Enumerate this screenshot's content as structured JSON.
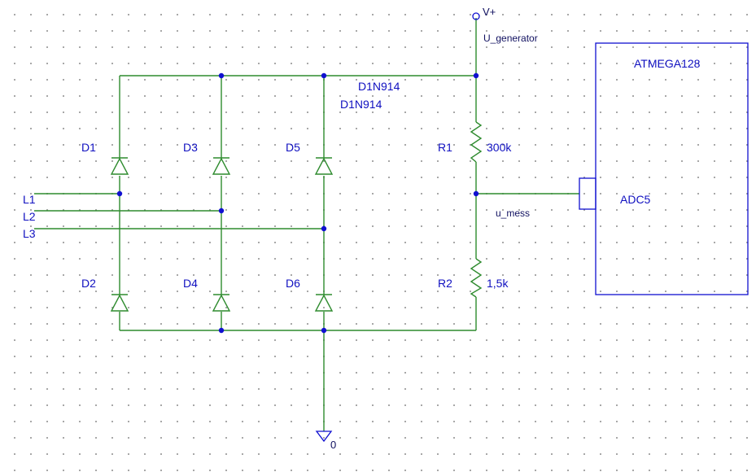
{
  "labels": {
    "vplus": "V+",
    "u_generator": "U_generator",
    "atmega": "ATMEGA128",
    "adc": "ADC5",
    "u_mess": "u_mess",
    "gnd": "0",
    "model1": "D1N914",
    "model2": "D1N914",
    "d1": "D1",
    "d2": "D2",
    "d3": "D3",
    "d4": "D4",
    "d5": "D5",
    "d6": "D6",
    "l1": "L1",
    "l2": "L2",
    "l3": "L3",
    "r1": "R1",
    "r1_value": "300k",
    "r2": "R2",
    "r2_value": "1,5k"
  },
  "colors": {
    "wire": "#2e8b2e",
    "symbol": "#1010d0",
    "grid_dots": "#9a9a9a"
  }
}
